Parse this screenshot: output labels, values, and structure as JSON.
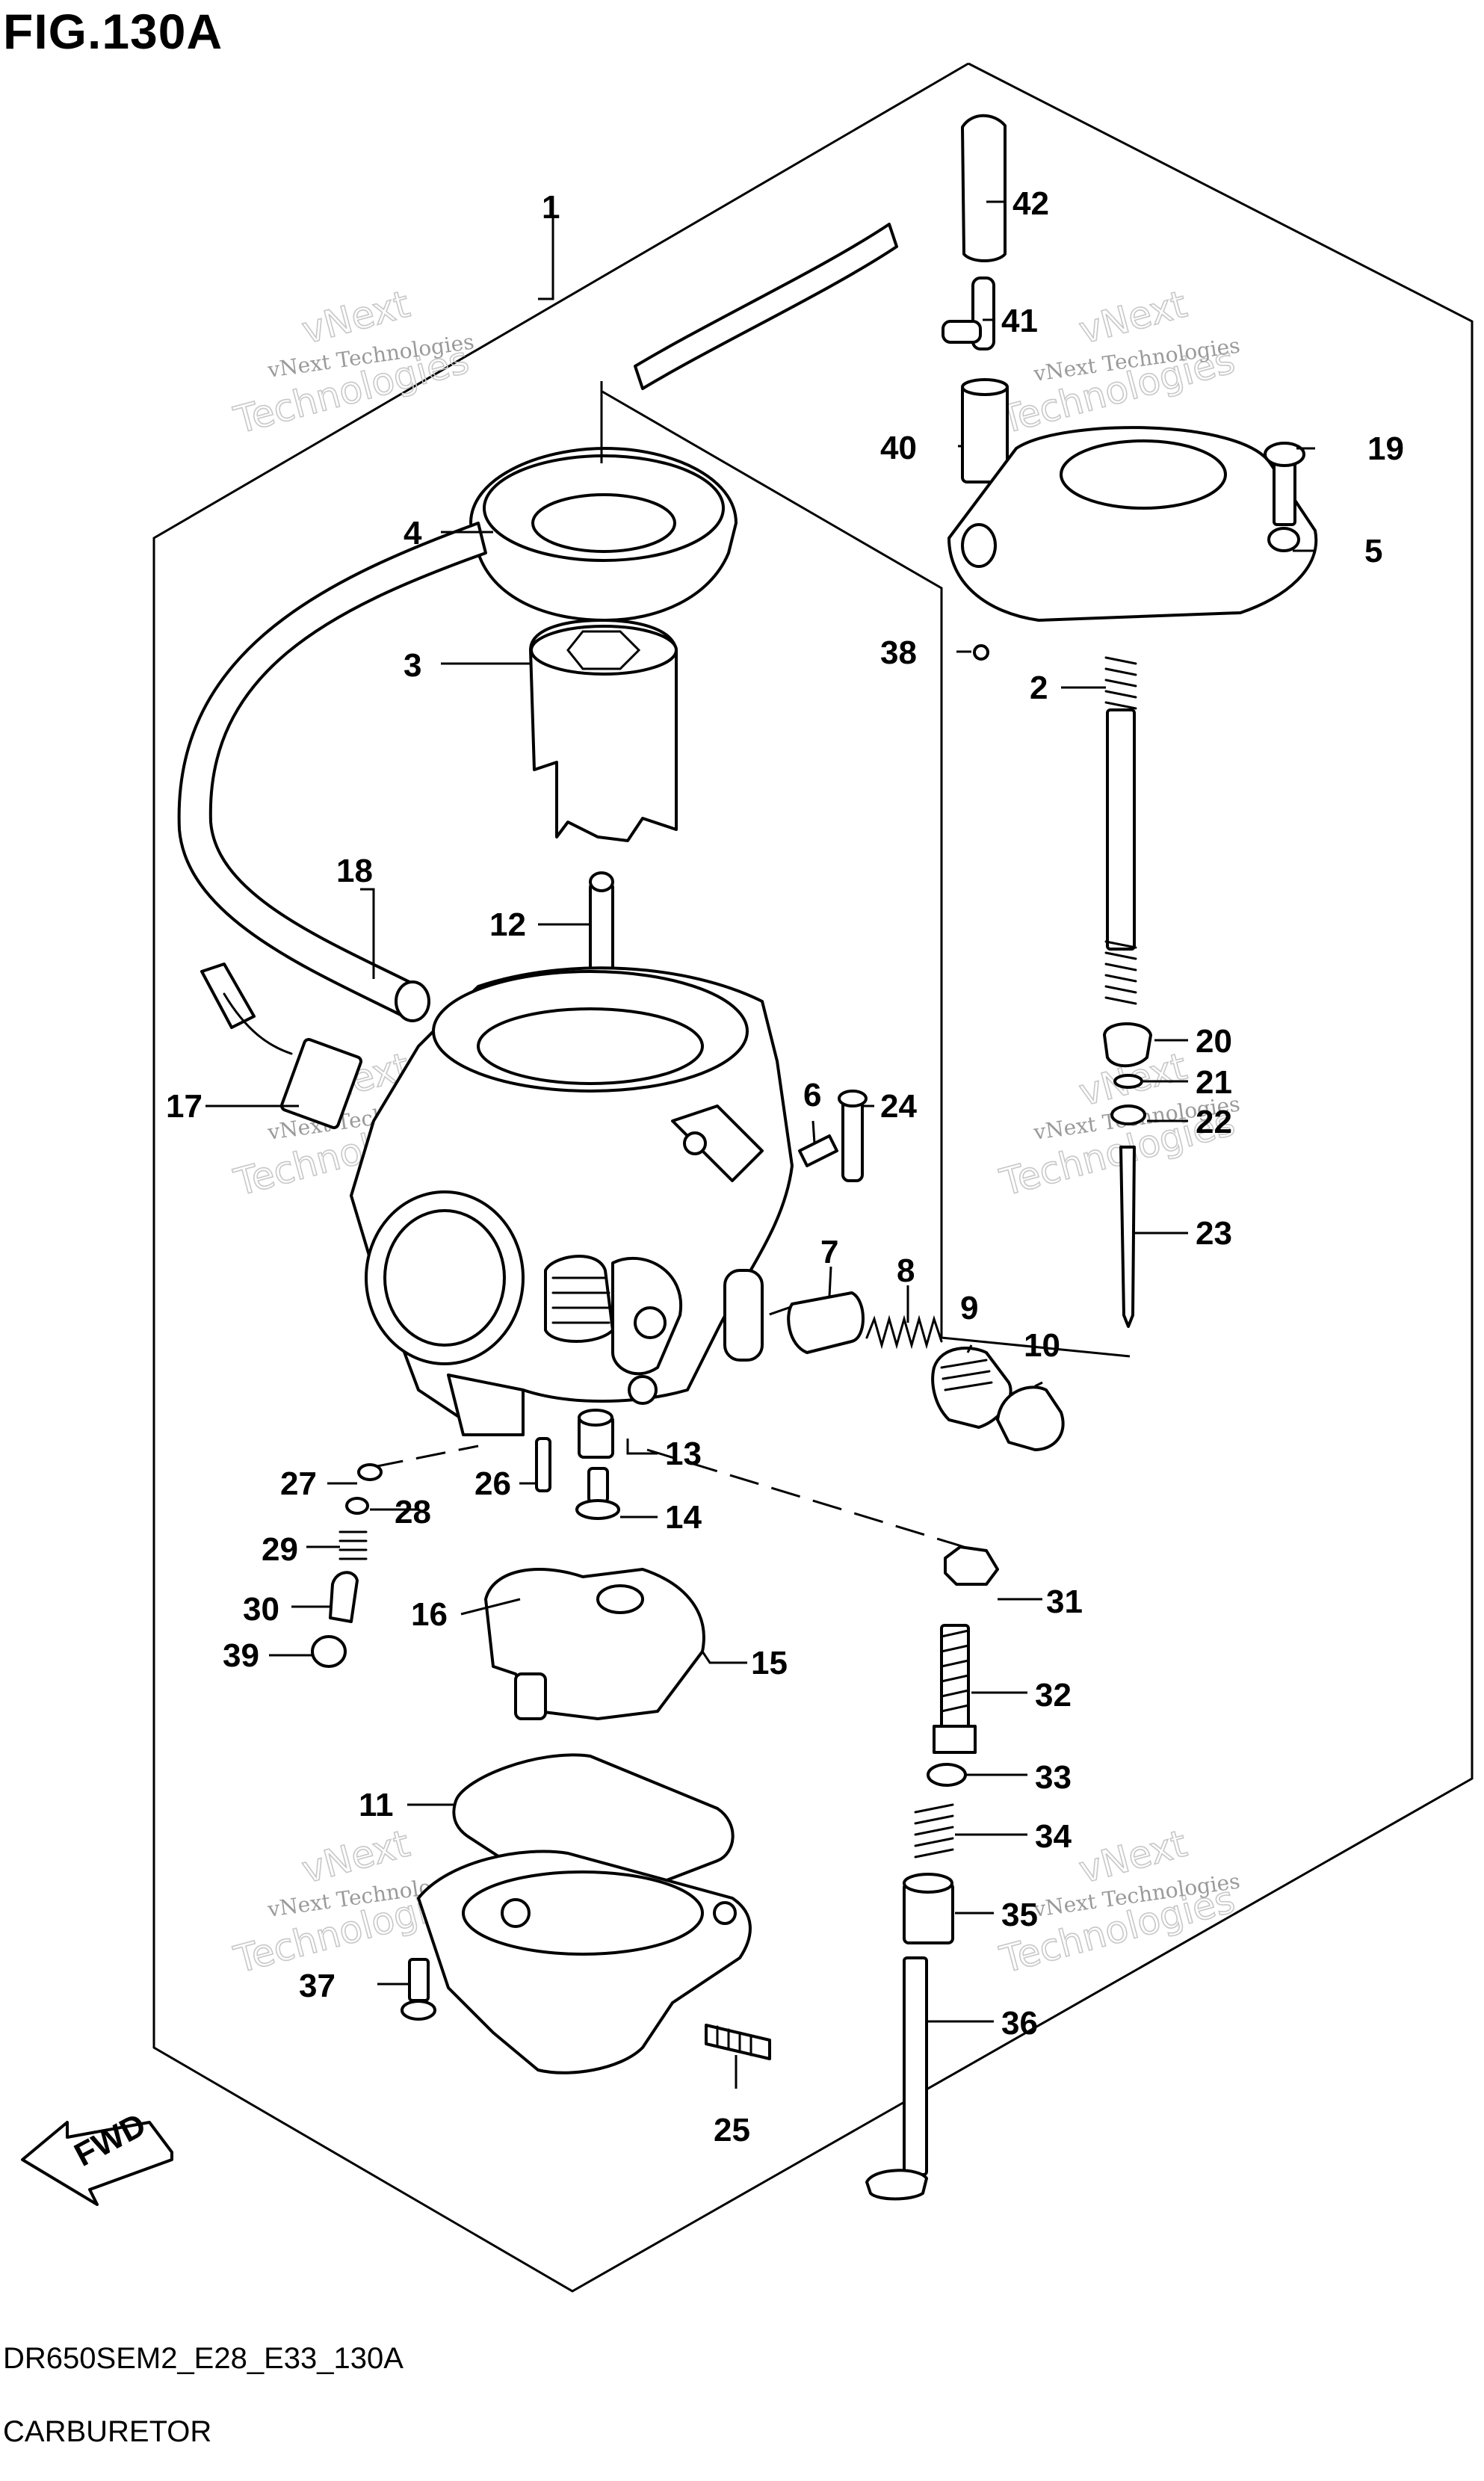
{
  "figure": {
    "title": "FIG.130A",
    "code": "DR650SEM2_E28_E33_130A",
    "name": "CARBURETOR",
    "fwd_label": "FWD"
  },
  "watermark": {
    "line1": "vNext Technologies",
    "line2a": "vNext",
    "line2b": "Technologies"
  },
  "callouts": [
    {
      "n": "1"
    },
    {
      "n": "2"
    },
    {
      "n": "3"
    },
    {
      "n": "4"
    },
    {
      "n": "5"
    },
    {
      "n": "6"
    },
    {
      "n": "7"
    },
    {
      "n": "8"
    },
    {
      "n": "9"
    },
    {
      "n": "10"
    },
    {
      "n": "11"
    },
    {
      "n": "12"
    },
    {
      "n": "13"
    },
    {
      "n": "14"
    },
    {
      "n": "15"
    },
    {
      "n": "16"
    },
    {
      "n": "17"
    },
    {
      "n": "18"
    },
    {
      "n": "19"
    },
    {
      "n": "20"
    },
    {
      "n": "21"
    },
    {
      "n": "22"
    },
    {
      "n": "23"
    },
    {
      "n": "24"
    },
    {
      "n": "25"
    },
    {
      "n": "26"
    },
    {
      "n": "27"
    },
    {
      "n": "28"
    },
    {
      "n": "29"
    },
    {
      "n": "30"
    },
    {
      "n": "31"
    },
    {
      "n": "32"
    },
    {
      "n": "33"
    },
    {
      "n": "34"
    },
    {
      "n": "35"
    },
    {
      "n": "36"
    },
    {
      "n": "37"
    },
    {
      "n": "38"
    },
    {
      "n": "39"
    },
    {
      "n": "40"
    },
    {
      "n": "41"
    },
    {
      "n": "42"
    }
  ]
}
